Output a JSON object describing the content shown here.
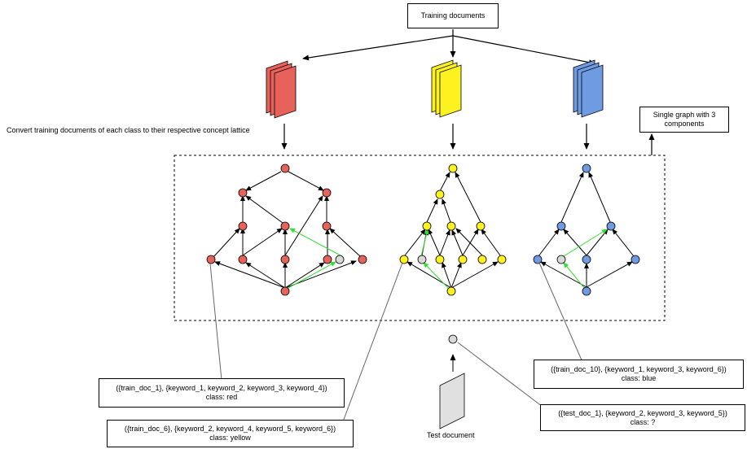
{
  "top_box": "Training  documents",
  "convert_label": "Convert training documents of each class to their respective concept lattice",
  "single_graph_label": "Single graph with 3 components",
  "test_document_label": "Test document",
  "colors": {
    "red": "#e8625c",
    "yellow": "#fbf220",
    "blue": "#6f9be3",
    "grey": "#d9d9d9",
    "green": "#33dd33"
  },
  "boxes": {
    "red_doc": {
      "line1": "({train_doc_1}, {keyword_1, keyword_2, keyword_3, keyword_4})",
      "line2": "class: red"
    },
    "yellow_doc": {
      "line1": "({train_doc_6}, {keyword_2, keyword_4, keyword_5, keyword_6})",
      "line2": "class: yellow"
    },
    "blue_doc": {
      "line1": "({train_doc_10}, {keyword_1, keyword_3, keyword_6})",
      "line2": "class: blue"
    },
    "test_doc": {
      "line1": "({test_doc_1}, {keyword_2, keyword_3, keyword_5})",
      "line2": "class: ?"
    }
  }
}
